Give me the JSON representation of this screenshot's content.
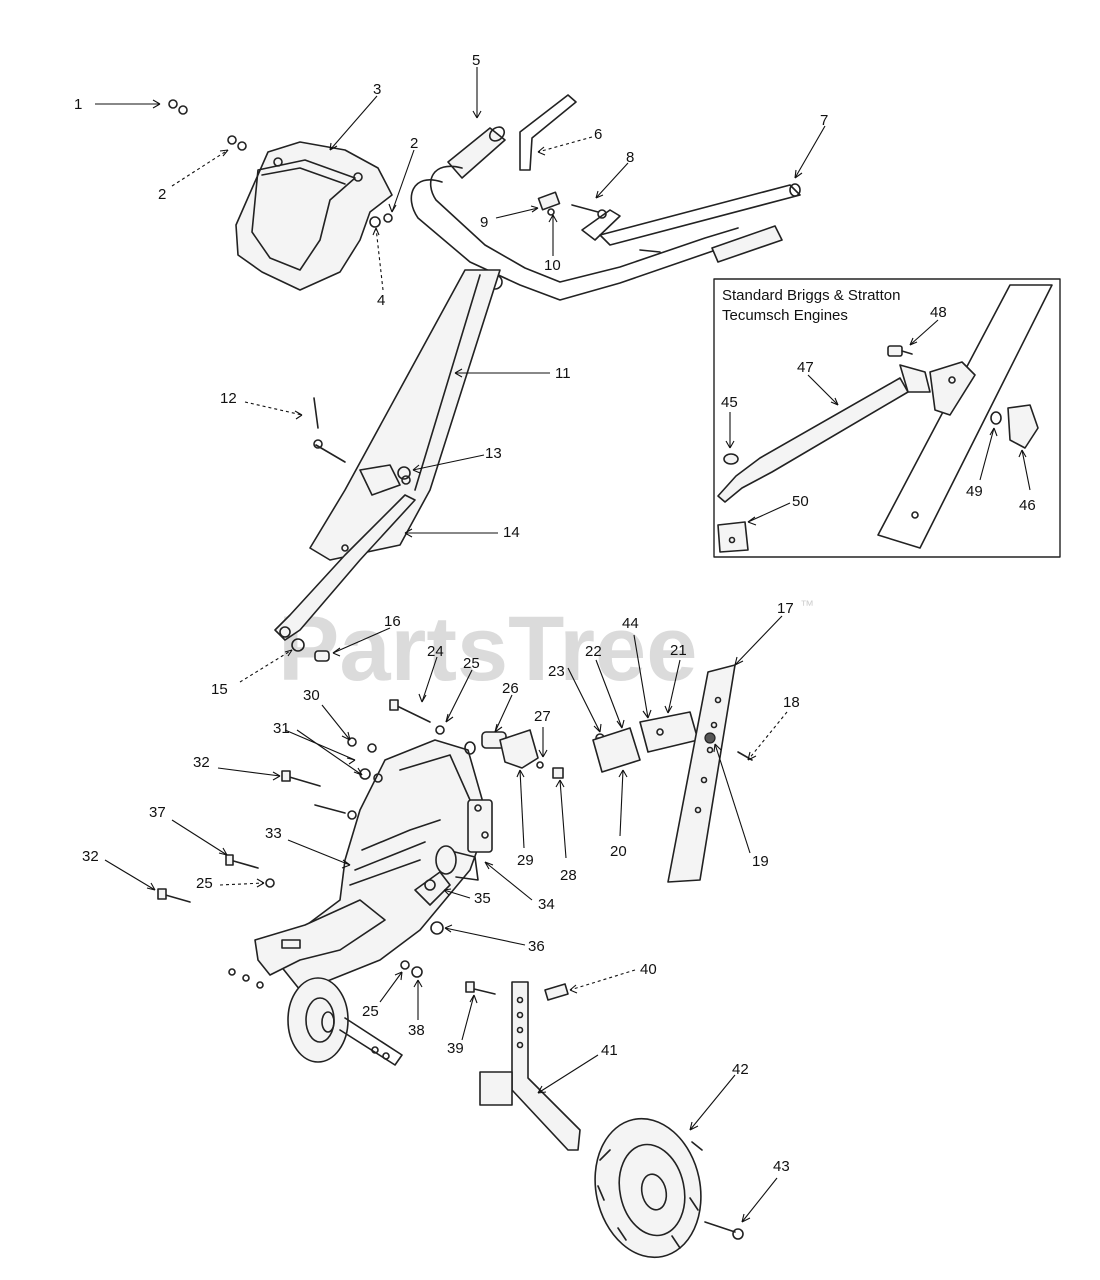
{
  "watermark": {
    "text": "PartsTree",
    "trademark": "™"
  },
  "inset": {
    "title_line1": "Standard Briggs & Stratton",
    "title_line2": "Tecumsch Engines"
  },
  "callouts": {
    "c1": "1",
    "c2a": "2",
    "c2b": "2",
    "c3": "3",
    "c4": "4",
    "c5": "5",
    "c6": "6",
    "c7": "7",
    "c8": "8",
    "c9": "9",
    "c10": "10",
    "c11": "11",
    "c12": "12",
    "c13": "13",
    "c14": "14",
    "c15": "15",
    "c16": "16",
    "c17": "17",
    "c18": "18",
    "c19": "19",
    "c20": "20",
    "c21": "21",
    "c22": "22",
    "c23": "23",
    "c24": "24",
    "c25a": "25",
    "c25b": "25",
    "c25c": "25",
    "c26": "26",
    "c27": "27",
    "c28": "28",
    "c29": "29",
    "c30": "30",
    "c31": "31",
    "c32a": "32",
    "c32b": "32",
    "c33": "33",
    "c34": "34",
    "c35": "35",
    "c36": "36",
    "c37": "37",
    "c38": "38",
    "c39": "39",
    "c40": "40",
    "c41": "41",
    "c42": "42",
    "c43": "43",
    "c44": "44",
    "c45": "45",
    "c46": "46",
    "c47": "47",
    "c48": "48",
    "c49": "49",
    "c50": "50"
  }
}
